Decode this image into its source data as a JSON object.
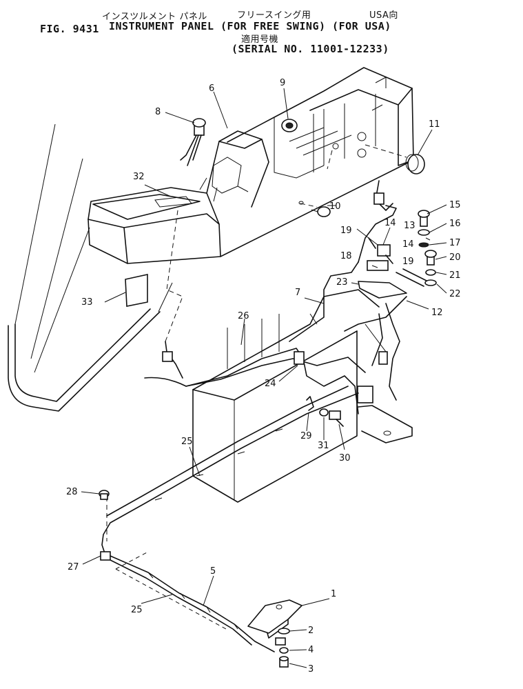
{
  "header": {
    "jp_left": "インスツルメント パネル",
    "jp_mid": "フリースイング用",
    "jp_right": "USA向",
    "fig_no": "FIG. 9431",
    "title": "INSTRUMENT PANEL (FOR FREE SWING) (FOR USA)",
    "jp_serial": "適用号機",
    "serial": "(SERIAL NO. 11001-12233)"
  },
  "callouts": [
    "1",
    "2",
    "3",
    "4",
    "5",
    "6",
    "7",
    "8",
    "9",
    "10",
    "11",
    "12",
    "13",
    "14",
    "14",
    "15",
    "16",
    "17",
    "18",
    "19",
    "19",
    "20",
    "21",
    "22",
    "23",
    "24",
    "25",
    "25",
    "26",
    "27",
    "28",
    "29",
    "30",
    "31",
    "32",
    "33"
  ]
}
